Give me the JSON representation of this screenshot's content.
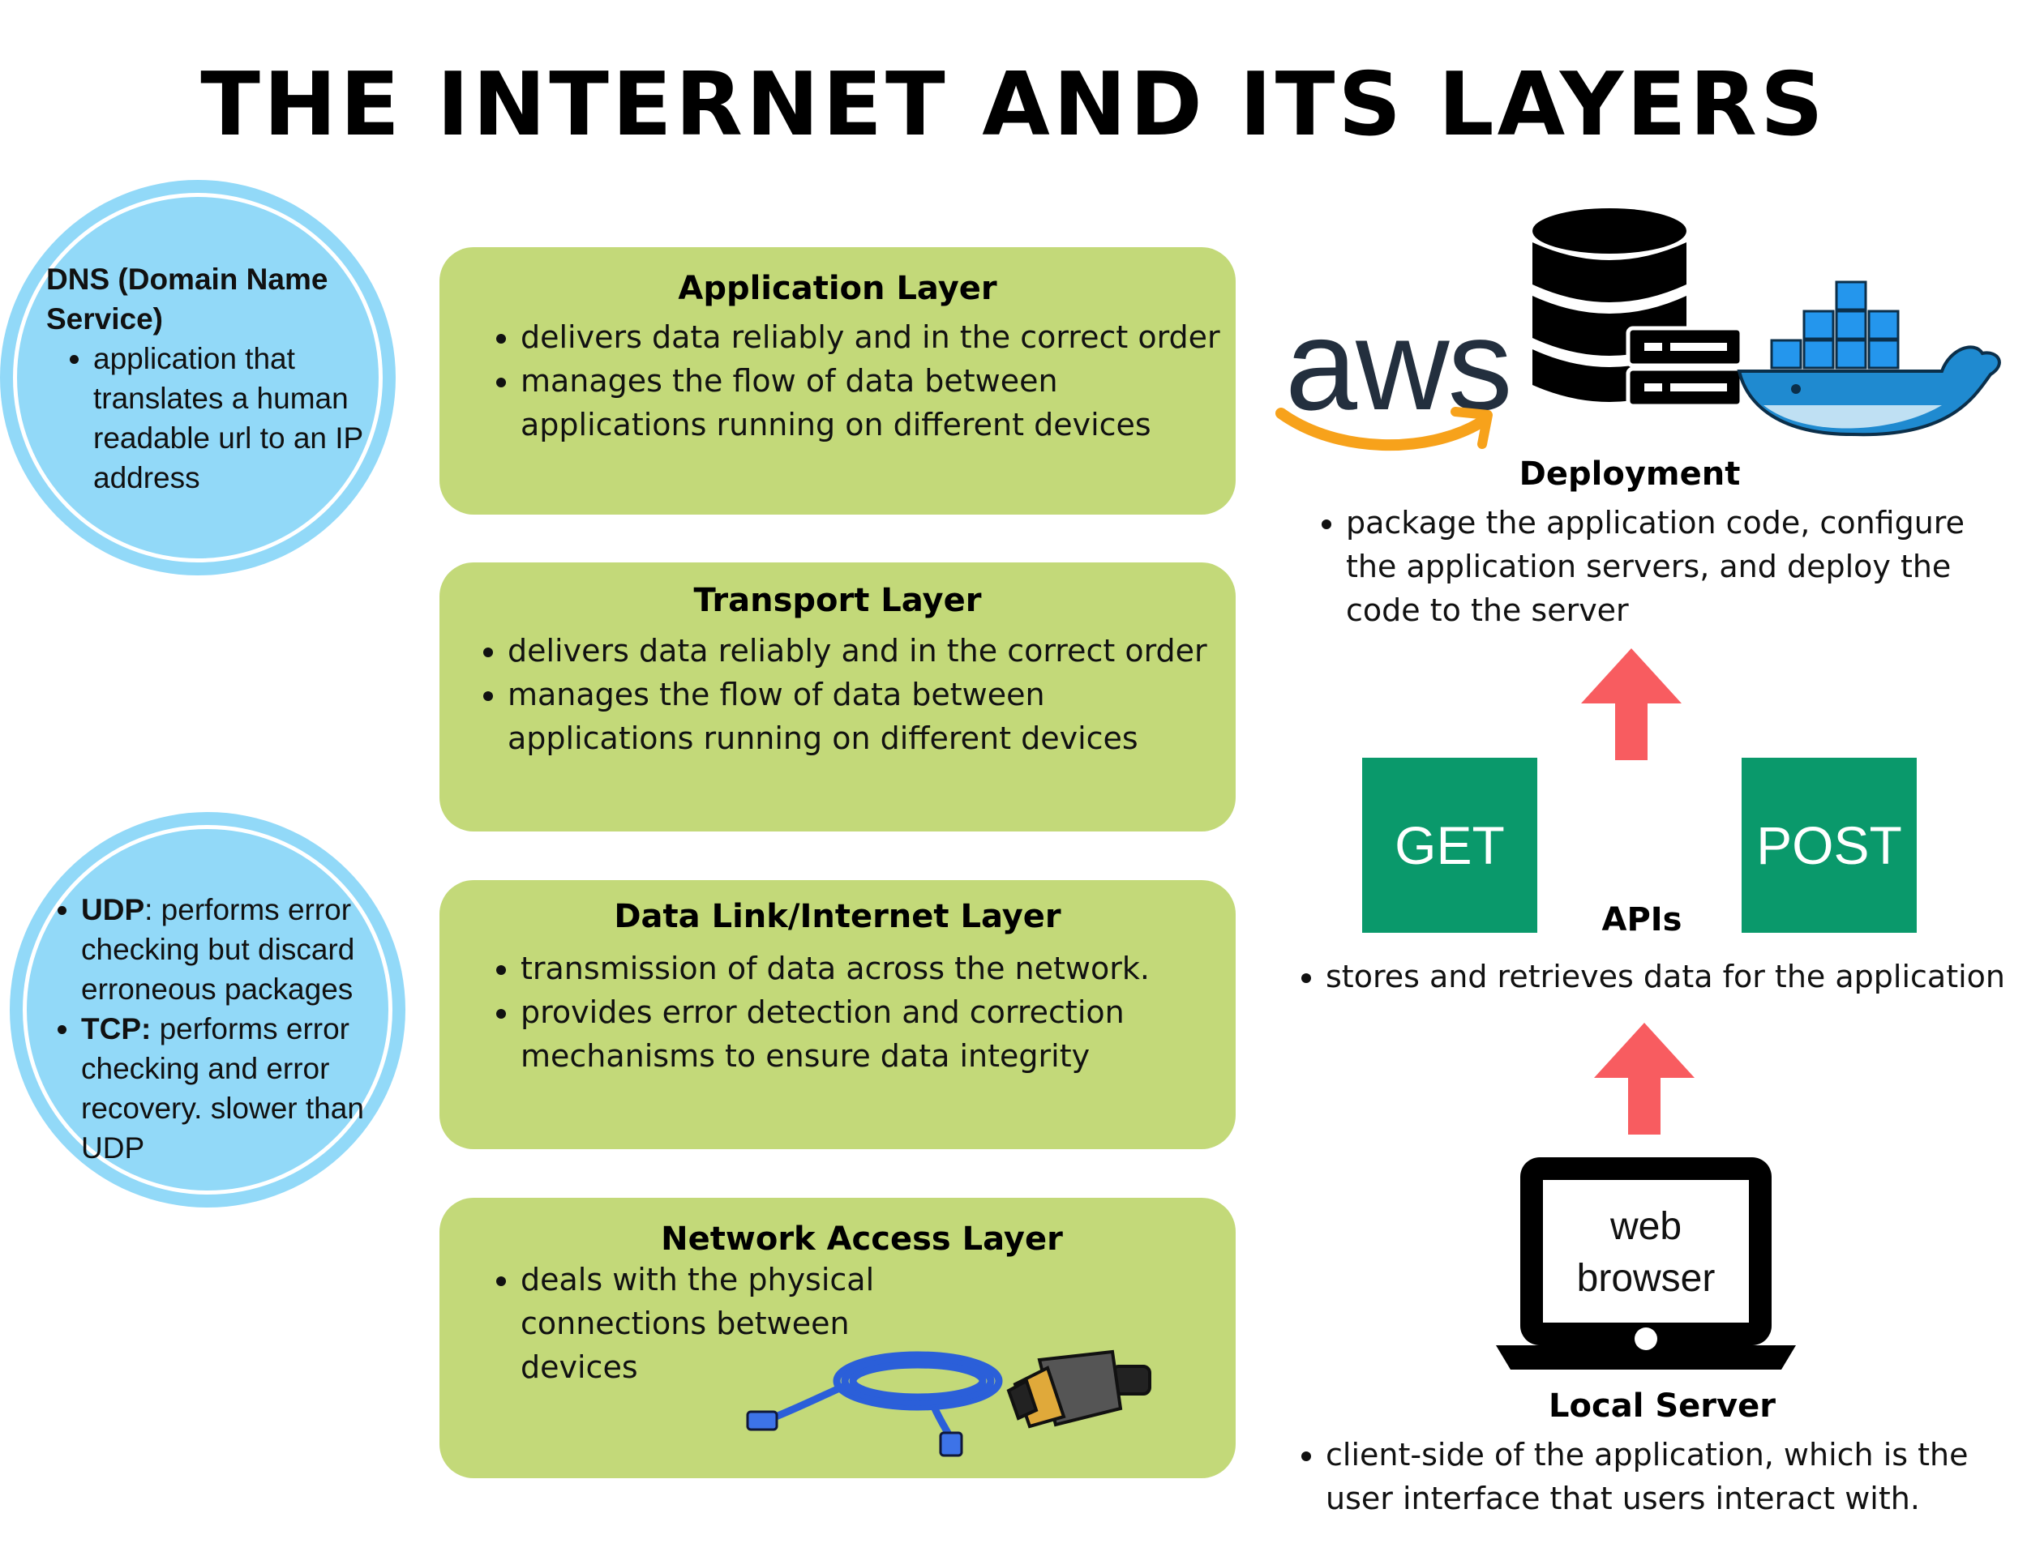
{
  "title": "THE INTERNET AND ITS LAYERS",
  "dns": {
    "heading": "DNS (Domain Name Service)",
    "bullet": "application that translates a human readable url to an IP address"
  },
  "protocols": {
    "udp_label": "UDP",
    "udp_text": ": performs error checking but discard erroneous packages",
    "tcp_label": "TCP:",
    "tcp_text": " performs error checking and error recovery. slower than UDP"
  },
  "layers": [
    {
      "title": "Application Layer",
      "bullets": [
        "delivers data reliably and in the correct order",
        "manages the flow of data between applications running on different devices"
      ]
    },
    {
      "title": "Transport Layer",
      "bullets": [
        "delivers data reliably and in the correct order",
        "manages the flow of data between applications running on different devices"
      ]
    },
    {
      "title": "Data Link/Internet Layer",
      "bullets": [
        "transmission of data across the network.",
        "provides error detection and correction mechanisms to ensure data integrity"
      ]
    },
    {
      "title": "Network Access Layer",
      "bullets": [
        "deals with the physical connections between devices"
      ]
    }
  ],
  "deployment": {
    "logo_text": "aws",
    "title": "Deployment",
    "bullet": "package the application code, configure the application servers, and deploy the code to the server"
  },
  "apis": {
    "get_label": "GET",
    "post_label": "POST",
    "title": "APIs",
    "bullet": "stores and retrieves data for the application"
  },
  "local_server": {
    "screen_line1": "web",
    "screen_line2": "browser",
    "title": "Local Server",
    "bullet": "client-side of the application, which is the user interface that users interact with."
  },
  "colors": {
    "circle_blue": "#92d9f8",
    "card_green": "#c3d979",
    "api_green": "#0a996b",
    "arrow_red": "#f85c60",
    "aws_orange": "#f7a21b",
    "docker_blue": "#2496ed"
  },
  "icons": [
    "database-server-icon",
    "docker-whale-icon",
    "aws-logo",
    "laptop-icon",
    "ethernet-cable-icon",
    "hdmi-cable-icon",
    "up-arrow-icon"
  ]
}
